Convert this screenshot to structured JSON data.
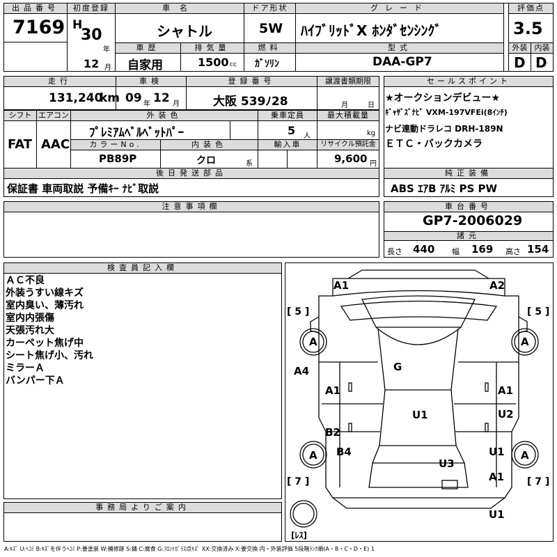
{
  "lot": {
    "label": "出品番号",
    "value": "7169"
  },
  "first_reg": {
    "label": "初度登録",
    "era": "H",
    "year": "30",
    "year_unit": "年",
    "month": "12",
    "month_unit": "月"
  },
  "car_name": {
    "label": "車名",
    "value": "シャトル"
  },
  "door": {
    "label": "ドア形状",
    "value": "5W"
  },
  "grade": {
    "label": "グレード",
    "value": "ﾊｲﾌﾞﾘｯﾄﾞX ﾎﾝﾀﾞｾﾝｼﾝｸﾞ"
  },
  "score": {
    "label": "評価点",
    "value": "3.5",
    "ext_label": "外装",
    "int_label": "内装",
    "ext": "D",
    "int": "D"
  },
  "history": {
    "label": "車歴",
    "value": "自家用"
  },
  "displacement": {
    "label": "排気量",
    "value": "1500",
    "unit": "cc"
  },
  "fuel": {
    "label": "燃料",
    "value": "ｶﾞｿﾘﾝ"
  },
  "model": {
    "label": "型式",
    "value": "DAA-GP7"
  },
  "mileage": {
    "label": "走行",
    "value": "131,240",
    "unit": "km"
  },
  "inspection": {
    "label": "車検",
    "year": "09",
    "year_unit": "年",
    "month": "12",
    "month_unit": "月"
  },
  "plate": {
    "label": "登録番号",
    "value": "大阪 539ﾉ28"
  },
  "transfer": {
    "label": "譲渡書類期限",
    "month": "月",
    "day": "日"
  },
  "sales_points": {
    "label": "セールスポイント",
    "lines": [
      "★オークションデビュー★",
      "ｷﾞｬｻﾞｽﾞﾅﾋﾞ VXM-197VFEi(8ｲﾝﾁ)",
      "ナビ連動ドラレコ DRH-189N",
      "ＥＴＣ・バックカメラ"
    ]
  },
  "shift": {
    "label": "シフト",
    "value": "FAT"
  },
  "aircon": {
    "label": "エアコン",
    "value": "AAC"
  },
  "exterior_color": {
    "label": "外装色",
    "value": "ﾌﾟﾚﾐｱﾑﾍﾞﾙﾍﾞｯﾄﾊﾟｰ"
  },
  "capacity": {
    "label": "乗車定員",
    "value": "5",
    "unit": "人"
  },
  "max_load": {
    "label": "最大積載量",
    "unit": "kg"
  },
  "color_no": {
    "label": "カラーNo.",
    "value": "PB89P"
  },
  "interior_color": {
    "label": "内装色",
    "value": "クロ",
    "unit": "系"
  },
  "import": {
    "label": "輸入車"
  },
  "recycle": {
    "label": "リサイクル預託金",
    "value": "9,600",
    "unit": "円"
  },
  "later_parts": {
    "label": "後日発送部品",
    "value": "保証書 車両取説 予備ｷｰ ﾅﾋﾞ取説"
  },
  "genuine": {
    "label": "純正装備",
    "value": "ABS ｴｱB ｱﾙﾐ PS PW"
  },
  "notes": {
    "label": "注意事項欄"
  },
  "chassis": {
    "label": "車台番号",
    "value": "GP7-2006029"
  },
  "dims": {
    "label": "諸元",
    "length_label": "長さ",
    "length": "440",
    "width_label": "幅",
    "width": "169",
    "height_label": "高さ",
    "height": "154"
  },
  "inspector": {
    "label": "検査員記入欄",
    "lines": [
      "ＡＣ不良",
      "外装うすい線キズ",
      "室内臭い、薄汚れ",
      "室内内張傷",
      "天張汚れ大",
      "カーペット焦げ中",
      "シート焦げ小、汚れ",
      "ミラーＡ",
      "バンパー下Ａ"
    ]
  },
  "office": {
    "label": "事務局よりご案内"
  },
  "diagram": {
    "marks": {
      "fl": "A1",
      "fr": "A2",
      "tl5": "[ 5 ]",
      "tr5": "[ 5 ]",
      "tyre_fl": "A",
      "tyre_fr": "A",
      "side_l": "A4",
      "roof": "G",
      "l_front_door": "A1",
      "r_front_door": "A1",
      "center": "U1",
      "r_rear_door": "U2",
      "l_rear": "B2",
      "l_quarter": "B4",
      "tyre_rl": "A",
      "tyre_rr": "A",
      "r_quarter": "U1",
      "trunk": "U3",
      "r_rear": "A1",
      "bl7": "[ 7 ]",
      "br7": "[ 7 ]",
      "bumper_rear": "U1",
      "spare": "[ﾚｽ]"
    }
  },
  "legend": "A:ｷｽﾞ U:ﾍｺﾐ B:ｷｽﾞを伴うﾍｺﾐ P:要塗装 W:補修跡 S:錆 C:腐食 G:ﾌﾛﾝﾄｶﾞﾗｽ点ｷｽﾞ XX:交換済み X:要交換 内・外装評価 5段階ﾗﾝｸ順(A・B・C・D・E) 1"
}
